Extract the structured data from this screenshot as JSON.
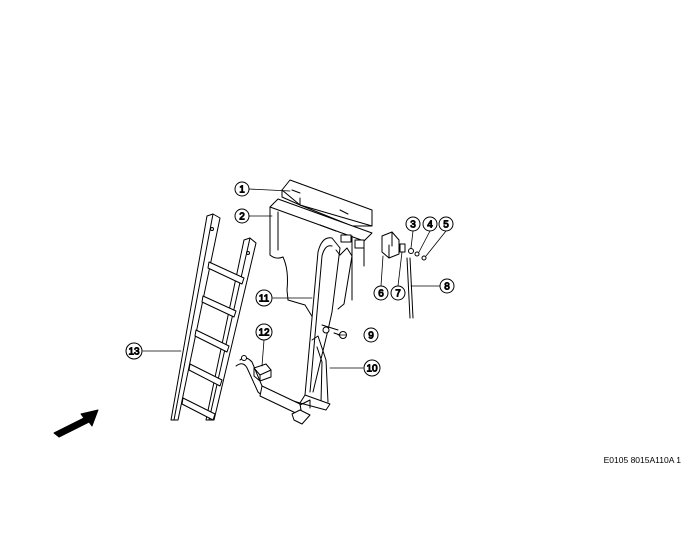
{
  "callouts": [
    {
      "id": "c1",
      "label": "1"
    },
    {
      "id": "c2",
      "label": "2"
    },
    {
      "id": "c3",
      "label": "3"
    },
    {
      "id": "c4",
      "label": "4"
    },
    {
      "id": "c5",
      "label": "5"
    },
    {
      "id": "c6",
      "label": "6"
    },
    {
      "id": "c7",
      "label": "7"
    },
    {
      "id": "c8",
      "label": "8"
    },
    {
      "id": "c9",
      "label": "9"
    },
    {
      "id": "c10",
      "label": "10"
    },
    {
      "id": "c11",
      "label": "11"
    },
    {
      "id": "c12",
      "label": "12"
    },
    {
      "id": "c13",
      "label": "13"
    }
  ],
  "document_code": "E0105 8015A110A 1"
}
